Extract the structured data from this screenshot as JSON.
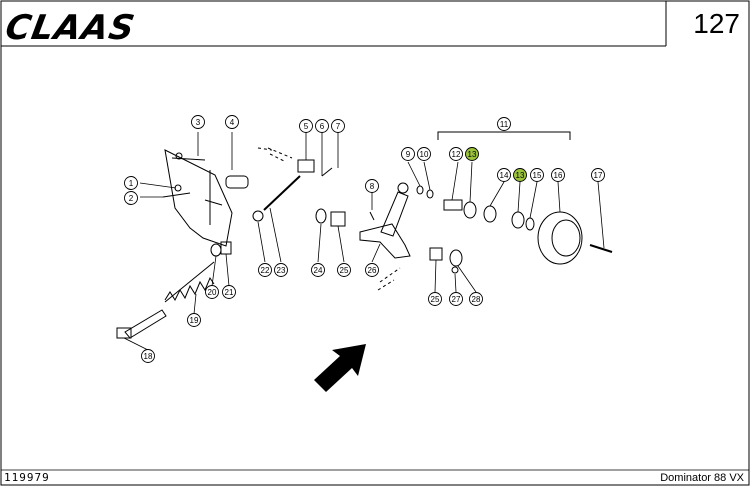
{
  "header": {
    "brand": "CLAAS",
    "page_number": "127"
  },
  "footer": {
    "drawing_id": "119979",
    "model": "Dominator 88 VX"
  },
  "highlight_color": "#9bc43b",
  "callouts": [
    {
      "id": "c1",
      "label": "1"
    },
    {
      "id": "c2",
      "label": "2"
    },
    {
      "id": "c3",
      "label": "3"
    },
    {
      "id": "c4",
      "label": "4"
    },
    {
      "id": "c5",
      "label": "5"
    },
    {
      "id": "c6",
      "label": "6"
    },
    {
      "id": "c7",
      "label": "7"
    },
    {
      "id": "c8",
      "label": "8"
    },
    {
      "id": "c9",
      "label": "9"
    },
    {
      "id": "c10",
      "label": "10"
    },
    {
      "id": "c11",
      "label": "11"
    },
    {
      "id": "c12",
      "label": "12"
    },
    {
      "id": "c13a",
      "label": "13",
      "highlight": true
    },
    {
      "id": "c14",
      "label": "14"
    },
    {
      "id": "c13b",
      "label": "13",
      "highlight": true
    },
    {
      "id": "c15",
      "label": "15"
    },
    {
      "id": "c16",
      "label": "16"
    },
    {
      "id": "c17",
      "label": "17"
    },
    {
      "id": "c18",
      "label": "18"
    },
    {
      "id": "c19",
      "label": "19"
    },
    {
      "id": "c20",
      "label": "20"
    },
    {
      "id": "c21",
      "label": "21"
    },
    {
      "id": "c22",
      "label": "22"
    },
    {
      "id": "c23",
      "label": "23"
    },
    {
      "id": "c24",
      "label": "24"
    },
    {
      "id": "c25a",
      "label": "25"
    },
    {
      "id": "c26",
      "label": "26"
    },
    {
      "id": "c25b",
      "label": "25"
    },
    {
      "id": "c27",
      "label": "27"
    },
    {
      "id": "c28",
      "label": "28"
    }
  ]
}
